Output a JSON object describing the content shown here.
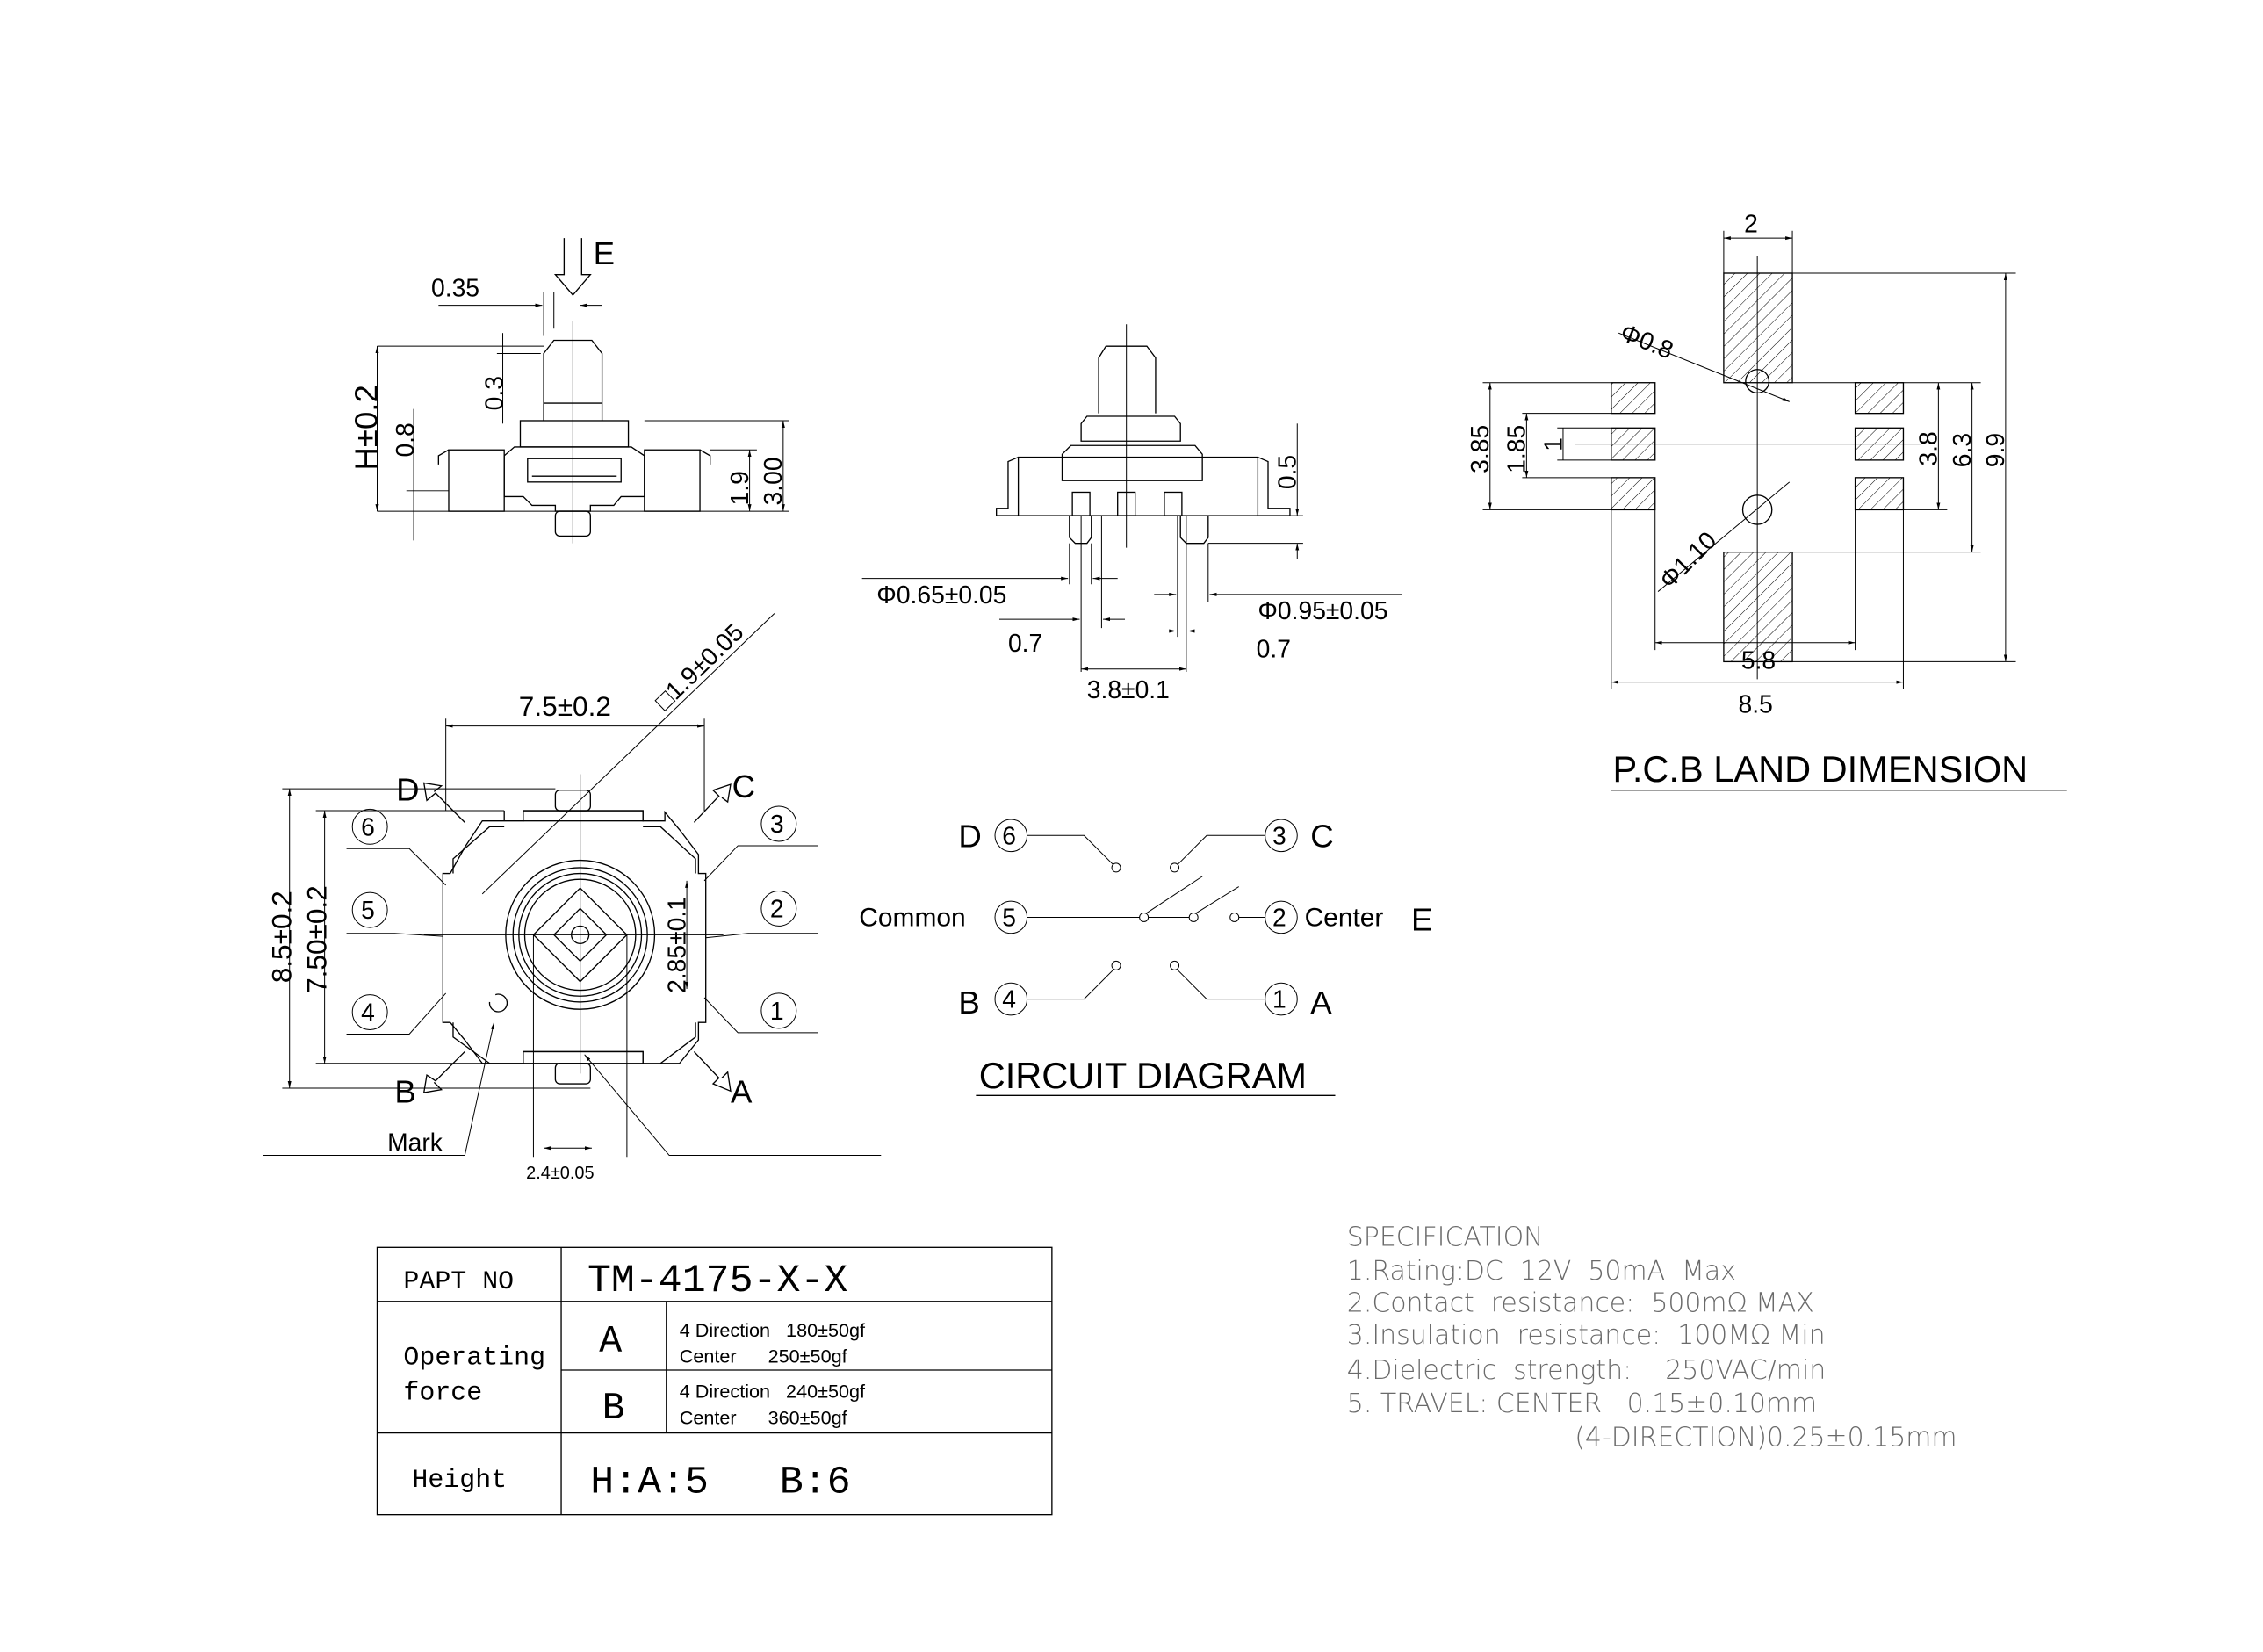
{
  "side_view_left": {
    "force_arrow_label": "E",
    "dim_035": "0.35",
    "dim_03": "0.3",
    "dim_height": "H±0.2",
    "dim_08": "0.8",
    "dim_19": "1.9",
    "dim_300": "3.00"
  },
  "side_view_mid": {
    "dim_05": "0.5",
    "dim_pin_small": "Φ0.65±0.05",
    "dim_pin_large": "Φ0.95±0.05",
    "dim_07_left": "0.7",
    "dim_07_right": "0.7",
    "dim_pitch": "3.8±0.1"
  },
  "pcb": {
    "title": "P.C.B LAND DIMENSION",
    "dim_2": "2",
    "dim_99": "9.9",
    "dim_63": "6.3",
    "dim_38": "3.8",
    "dim_385": "3.85",
    "dim_185": "1.85",
    "dim_1": "1",
    "dim_58": "5.8",
    "dim_85": "8.5",
    "hole_small": "Φ0.8",
    "hole_large": "Φ1.10"
  },
  "top_view": {
    "dim_width": "7.5±0.2",
    "dim_square": "□1.9±0.05",
    "dim_outer_h": "8.5±0.2",
    "dim_inner_h": "7.50±0.2",
    "dim_285": "2.85±0.1",
    "dim_24": "2.4±0.05",
    "mark_label": "Mark",
    "directions": {
      "a": "A",
      "b": "B",
      "c": "C",
      "d": "D"
    },
    "pins": [
      "1",
      "2",
      "3",
      "4",
      "5",
      "6"
    ]
  },
  "circuit": {
    "title": "CIRCUIT DIAGRAM",
    "label_d": "D",
    "label_c": "C",
    "label_b": "B",
    "label_a": "A",
    "label_common": "Common",
    "label_center": "Center",
    "label_e": "E",
    "pins": [
      "1",
      "2",
      "3",
      "4",
      "5",
      "6"
    ]
  },
  "part_table": {
    "part_no_label": "PAPT NO",
    "part_no_value": "TM-4175-X-X",
    "operating_force_label": [
      "Operating",
      "force"
    ],
    "type_a": "A",
    "type_a_lines": [
      "4 Direction   180±50gf",
      "Center      250±50gf"
    ],
    "type_b": "B",
    "type_b_lines": [
      "4 Direction   240±50gf",
      "Center      360±50gf"
    ],
    "height_label": "Height",
    "height_value": "H:A:5   B:6"
  },
  "specification": {
    "title": "SPECIFICATION",
    "lines": [
      "1.Rating:DC  12V  50mA  Max",
      "2.Contact  resistance:  500mΩ MAX",
      "3.Insulation  resistance:  100MΩ Min",
      "4.Dielectric  strength:    250VAC/min",
      "5. TRAVEL: CENTER   0.15±0.10mm",
      "(4-DIRECTION)0.25±0.15mm"
    ]
  }
}
